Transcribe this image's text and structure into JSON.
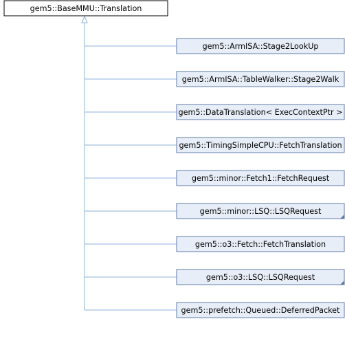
{
  "diagram": {
    "base_class": "gem5::BaseMMU::Translation",
    "derived_classes": [
      {
        "label": "gem5::ArmISA::Stage2LookUp",
        "has_more": false
      },
      {
        "label": "gem5::ArmISA::TableWalker::Stage2Walk",
        "has_more": false
      },
      {
        "label": "gem5::DataTranslation< ExecContextPtr >",
        "has_more": false
      },
      {
        "label": "gem5::TimingSimpleCPU::FetchTranslation",
        "has_more": false
      },
      {
        "label": "gem5::minor::Fetch1::FetchRequest",
        "has_more": false
      },
      {
        "label": "gem5::minor::LSQ::LSQRequest",
        "has_more": true
      },
      {
        "label": "gem5::o3::Fetch::FetchTranslation",
        "has_more": false
      },
      {
        "label": "gem5::o3::LSQ::LSQRequest",
        "has_more": true
      },
      {
        "label": "gem5::prefetch::Queued::DeferredPacket",
        "has_more": false
      }
    ],
    "colors": {
      "base_fill": "#ffffff",
      "base_stroke": "#000000",
      "node_fill": "#e8eef7",
      "node_stroke": "#5f7ba8",
      "edge": "#8eb1d9",
      "more_marker": "#5f7ba8"
    }
  }
}
